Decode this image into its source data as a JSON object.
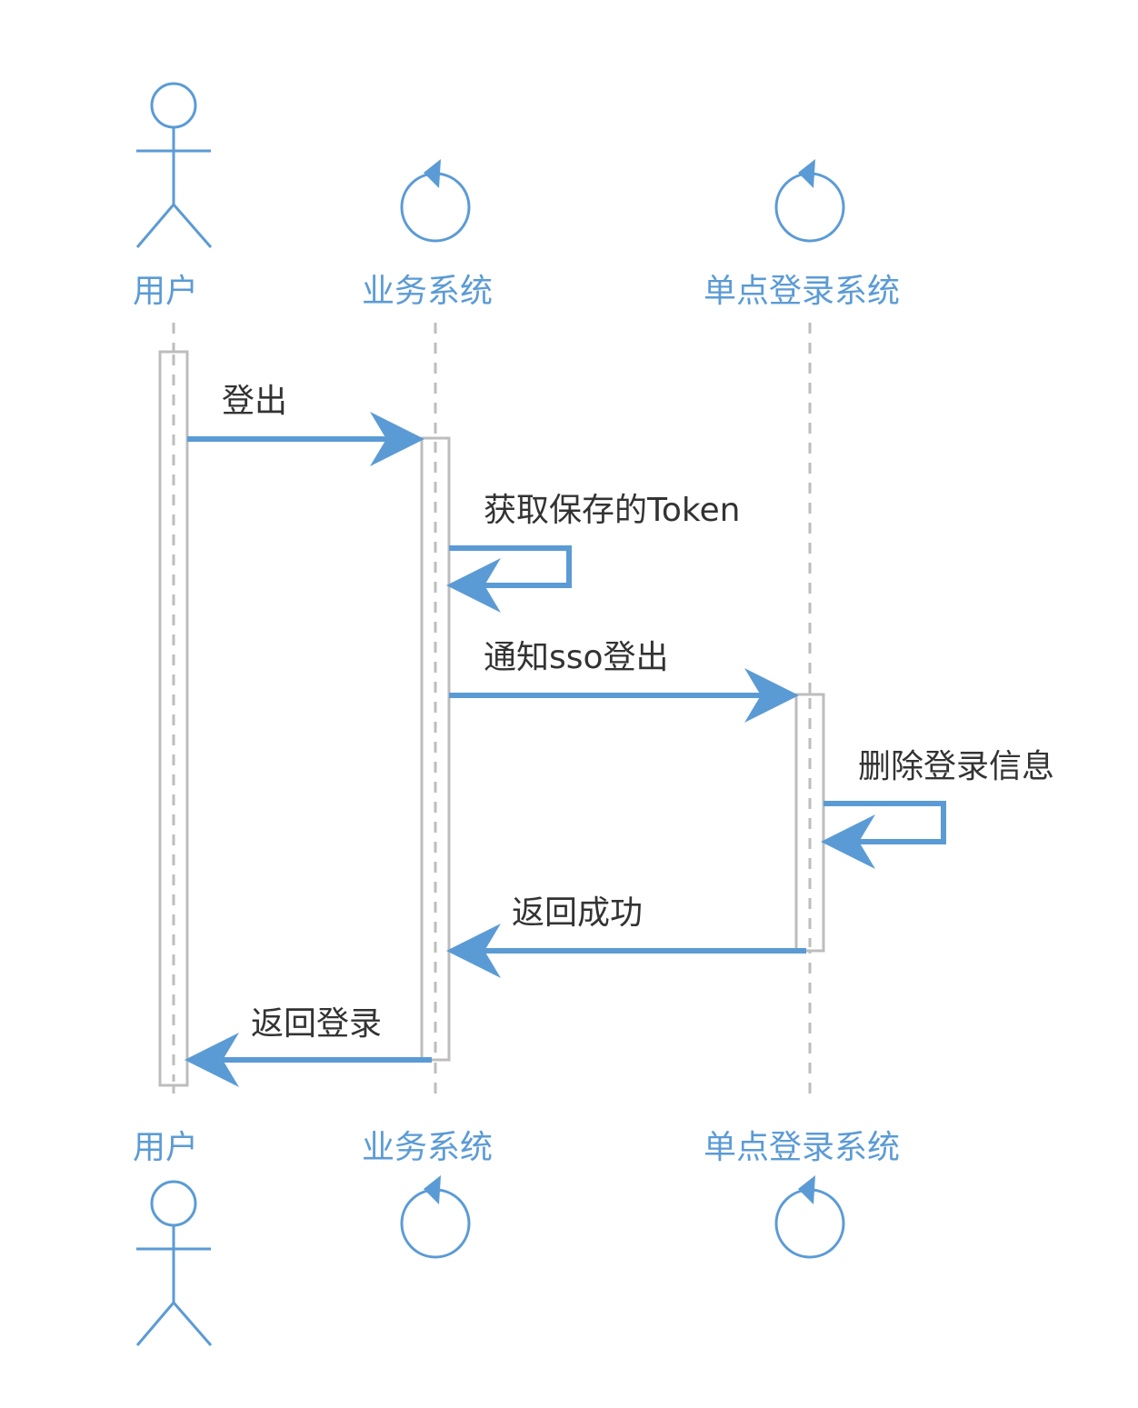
{
  "colors": {
    "accent": "#5b9bd5",
    "lifeline": "#bdbdbd",
    "text": "#333333",
    "background": "#ffffff"
  },
  "participants": [
    {
      "id": "user",
      "label": "用户",
      "kind": "actor"
    },
    {
      "id": "biz",
      "label": "业务系统",
      "kind": "control"
    },
    {
      "id": "sso",
      "label": "单点登录系统",
      "kind": "control"
    }
  ],
  "messages": [
    {
      "id": "m1",
      "label": "登出",
      "from": "user",
      "to": "biz"
    },
    {
      "id": "m2",
      "label": "获取保存的Token",
      "from": "biz",
      "to": "biz"
    },
    {
      "id": "m3",
      "label": "通知sso登出",
      "from": "biz",
      "to": "sso"
    },
    {
      "id": "m4",
      "label": "删除登录信息",
      "from": "sso",
      "to": "sso"
    },
    {
      "id": "m5",
      "label": "返回成功",
      "from": "sso",
      "to": "biz"
    },
    {
      "id": "m6",
      "label": "返回登录",
      "from": "biz",
      "to": "user"
    }
  ]
}
